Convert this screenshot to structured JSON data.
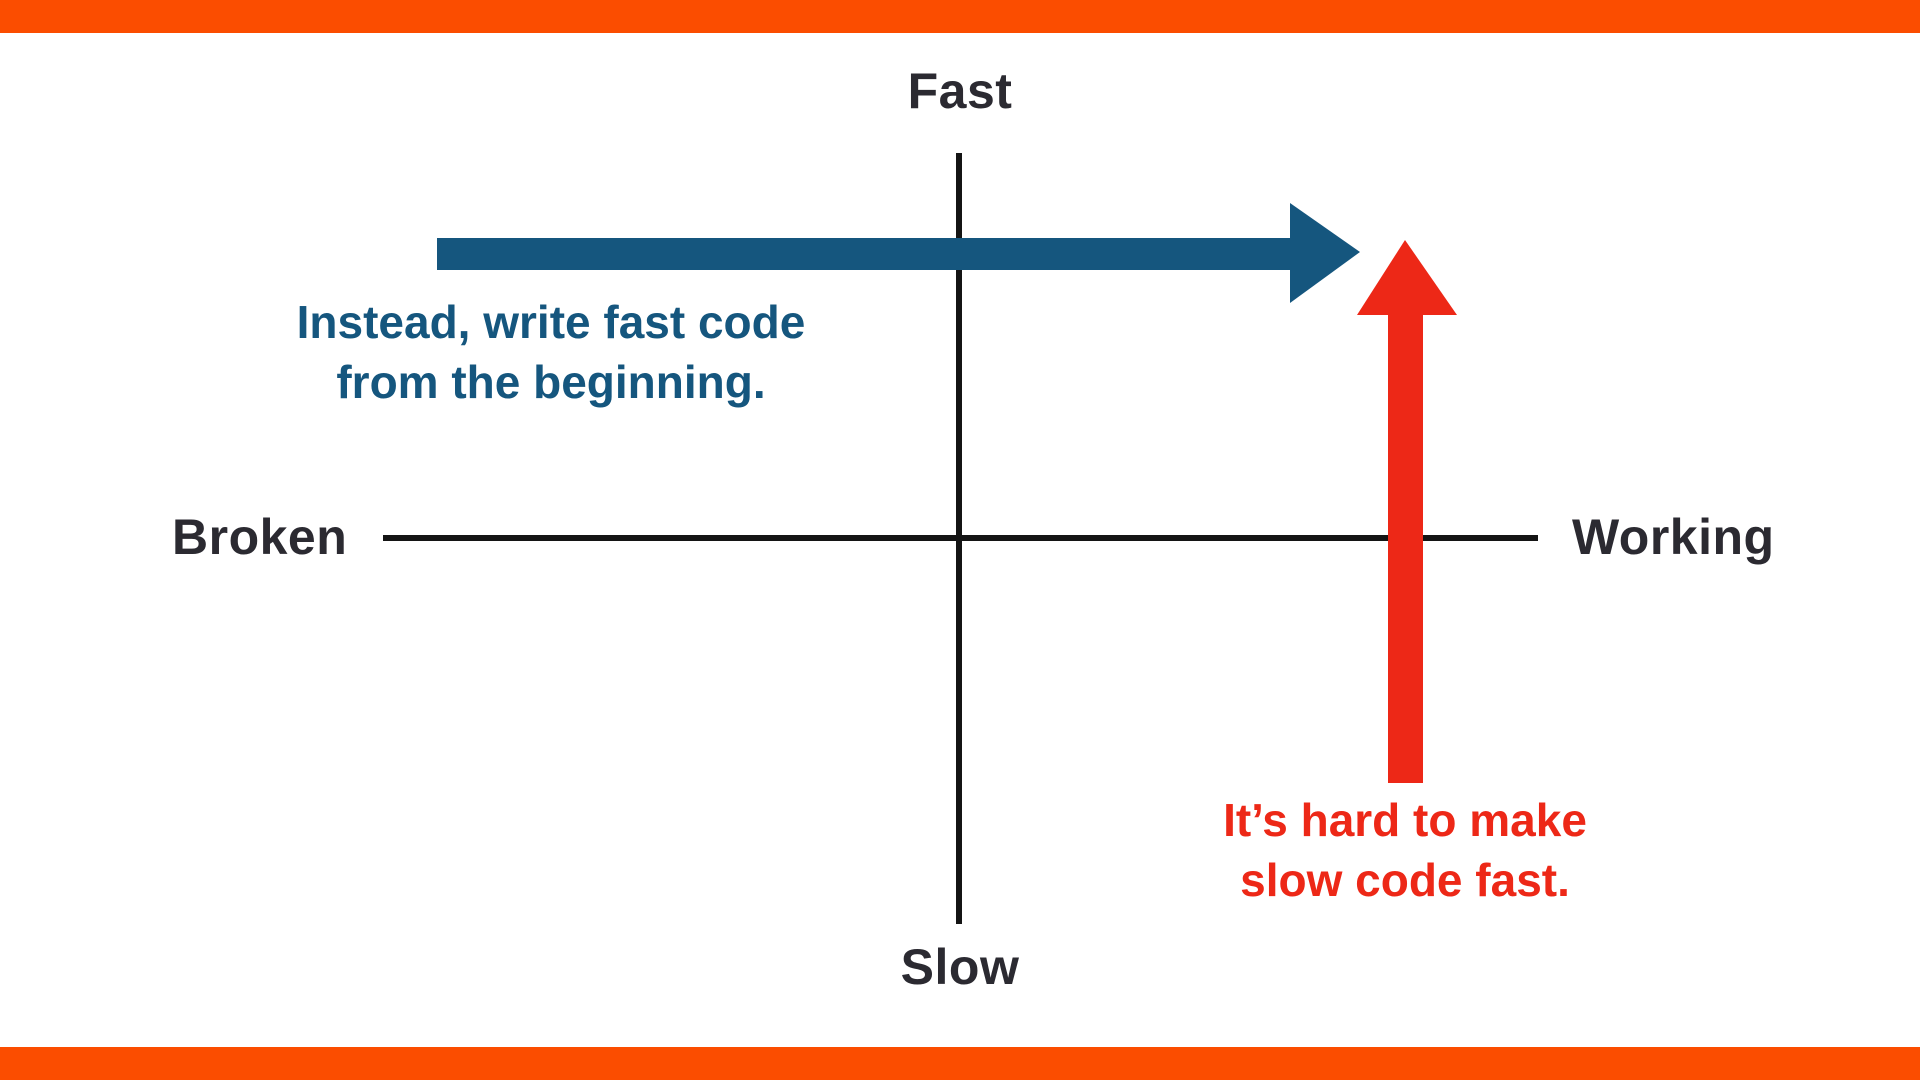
{
  "palette": {
    "orange": "#FB4D00",
    "blue": "#15567E",
    "red": "#ED2817",
    "ink": "#2B2A31",
    "axis": "#141414"
  },
  "diagram": {
    "axis_labels": {
      "top": "Fast",
      "bottom": "Slow",
      "left": "Broken",
      "right": "Working"
    },
    "blue_note": {
      "line1": "Instead, write fast code",
      "line2": "from the beginning."
    },
    "red_note": {
      "line1": "It’s hard to make",
      "line2": "slow code fast."
    }
  }
}
